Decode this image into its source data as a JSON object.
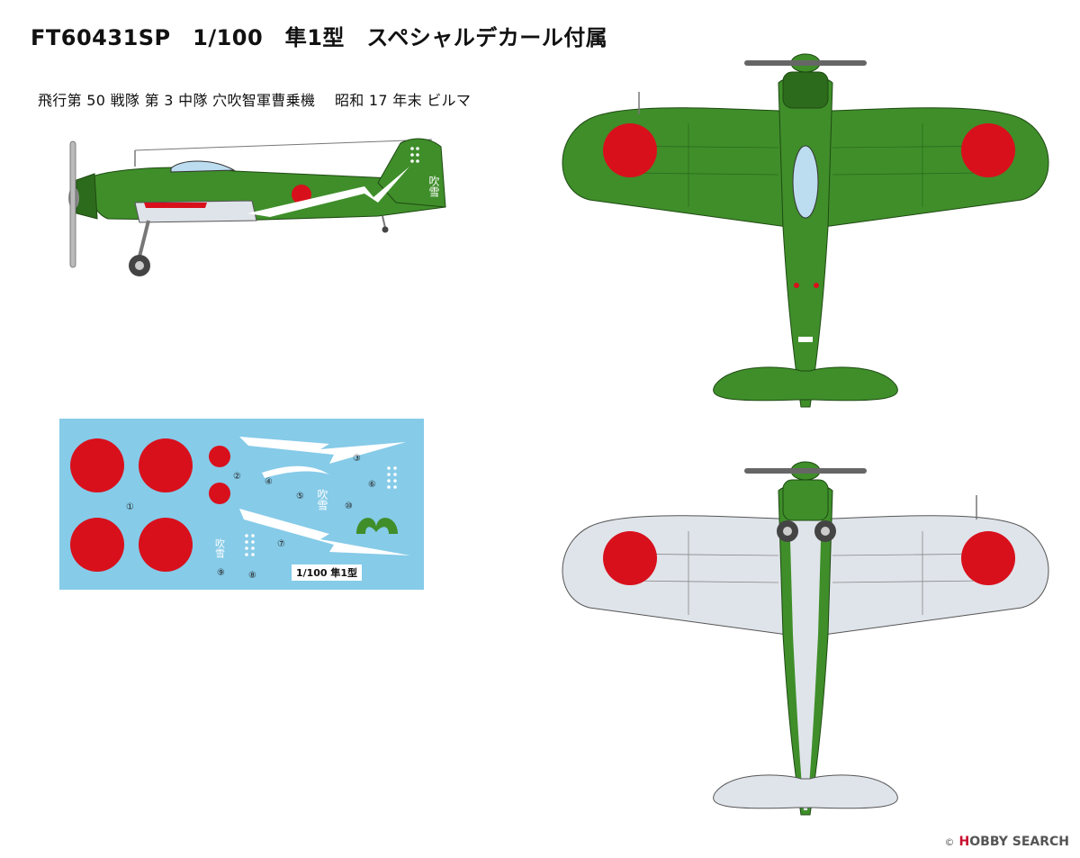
{
  "header": {
    "title": "FT60431SP　1/100　隼1型　スペシャルデカール付属",
    "subtitle": "飛行第 50 戦隊 第 3 中隊 穴吹智軍曹乗機　 昭和 17 年末 ビルマ"
  },
  "side_view": {
    "nose_art": "吹雪"
  },
  "decal_sheet": {
    "numbers": [
      "①",
      "②",
      "③",
      "④",
      "⑤",
      "⑥",
      "⑦",
      "⑧",
      "⑨",
      "⑩"
    ],
    "label": "1/100 隼1型",
    "nose_art": "吹雪"
  },
  "watermark": {
    "copyright": "©",
    "brand_prefix": "H",
    "brand_rest": "OBBY SEARCH"
  },
  "colors": {
    "green": "#3f8e2a",
    "dark_green": "#2c6b1c",
    "hinomaru": "#d8101c",
    "underside": "#dfe4ea",
    "decal_blue": "#86cbe8",
    "canopy": "#bcdcf0"
  },
  "icons": [
    "propeller-icon",
    "hinomaru-icon",
    "lightning-bolt-icon",
    "wheel-icon"
  ]
}
